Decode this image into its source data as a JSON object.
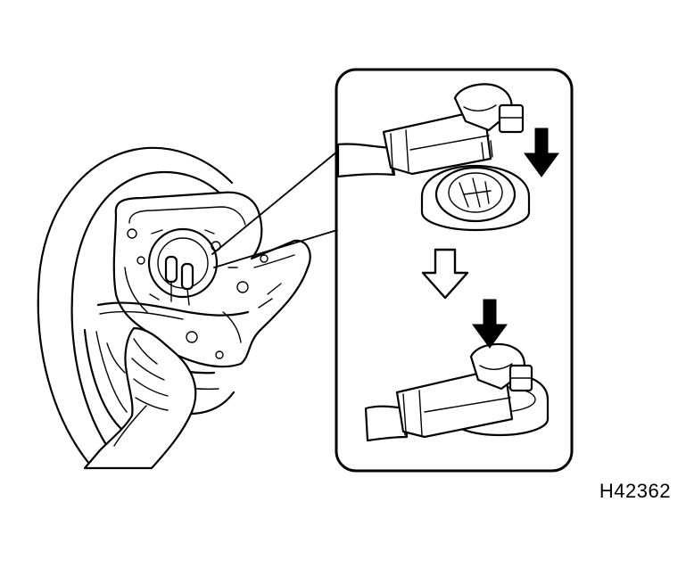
{
  "figure": {
    "code": "H42362"
  },
  "colors": {
    "line": "#000000",
    "background": "#ffffff"
  },
  "arrows": {
    "insert_direction": "down",
    "sequence_step": "down",
    "press_direction": "down"
  }
}
